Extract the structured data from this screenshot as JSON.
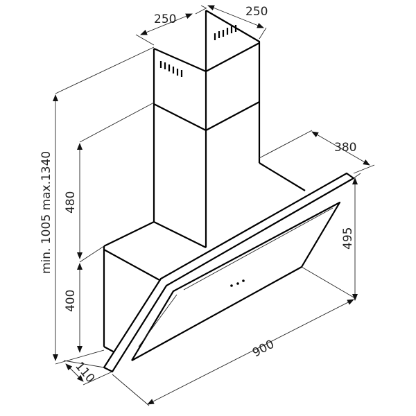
{
  "title": "Range hood dimension drawing",
  "dimensions": {
    "chimney_width_left": "250",
    "chimney_width_right": "250",
    "hood_depth": "380",
    "total_height": "min. 1005 max.1340",
    "chimney_height": "480",
    "body_height": "400",
    "glass_height": "495",
    "width": "900",
    "bottom_depth": "110"
  },
  "colors": {
    "line": "#000000",
    "background": "#ffffff"
  }
}
